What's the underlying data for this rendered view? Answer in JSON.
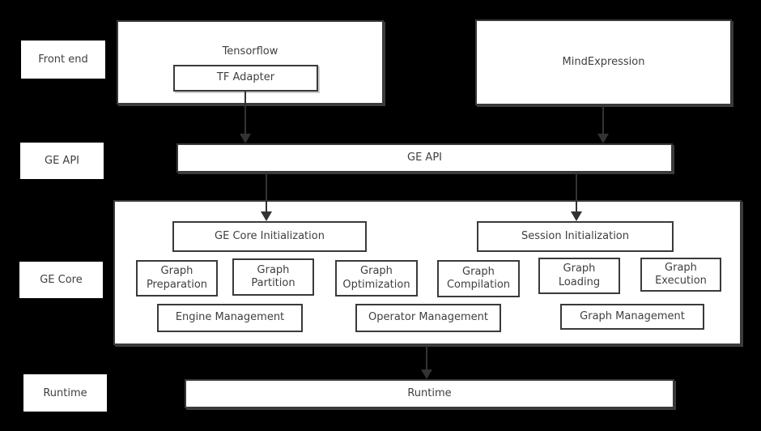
{
  "colors": {
    "background": "#000000",
    "box_fill": "#ffffff",
    "box_border": "#3a3a3a",
    "text": "#3f3f3f",
    "arrow": "#333333"
  },
  "row_labels": {
    "front_end": "Front end",
    "ge_api": "GE API",
    "ge_core": "GE Core",
    "runtime": "Runtime"
  },
  "front_end": {
    "tensorflow_title": "Tensorflow",
    "tf_adapter": "TF Adapter",
    "mind_expression": "MindExpression"
  },
  "ge_api": {
    "bar_label": "GE API"
  },
  "ge_core": {
    "init": [
      "GE Core Initialization",
      "Session Initialization"
    ],
    "stages": [
      "Graph Preparation",
      "Graph Partition",
      "Graph Optimization",
      "Graph Compilation",
      "Graph Loading",
      "Graph Execution"
    ],
    "management": [
      "Engine Management",
      "Operator Management",
      "Graph Management"
    ]
  },
  "runtime": {
    "bar_label": "Runtime"
  }
}
